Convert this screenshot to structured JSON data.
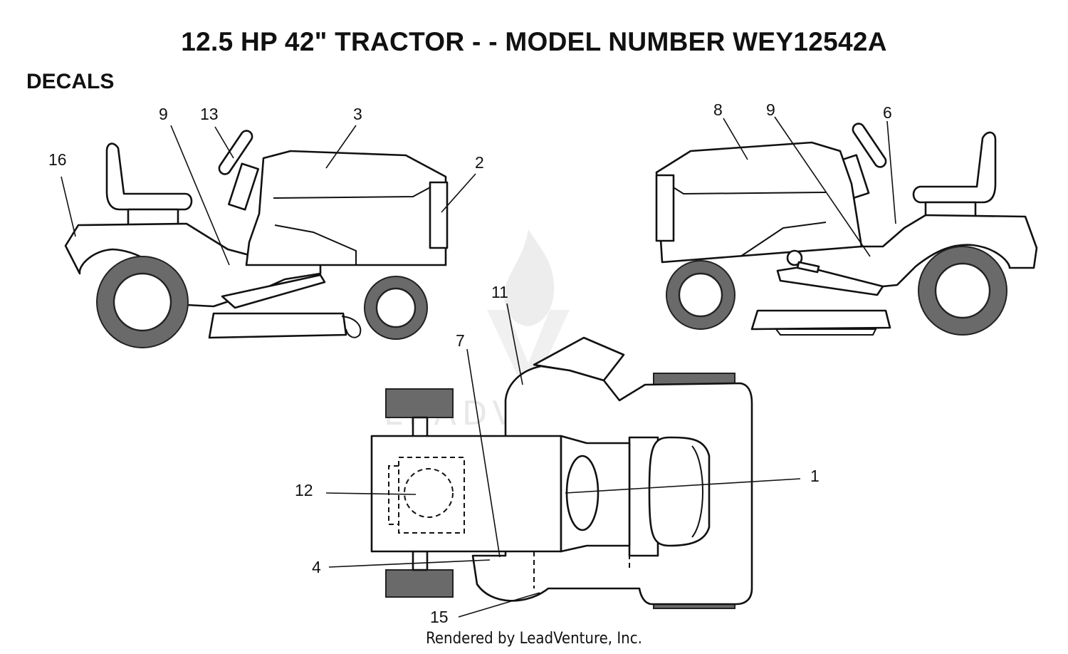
{
  "title": "12.5 HP 42\"  TRACTOR - - MODEL NUMBER WEY12542A",
  "section_title": "DECALS",
  "footer": "Rendered by LeadVenture, Inc.",
  "watermark_text": "LEADVENTURE",
  "callouts": {
    "left": {
      "c16": "16",
      "c9": "9",
      "c13": "13",
      "c3": "3",
      "c2": "2"
    },
    "right": {
      "c8": "8",
      "c9": "9",
      "c6": "6"
    },
    "top": {
      "c11": "11",
      "c7": "7",
      "c1": "1",
      "c12": "12",
      "c4": "4",
      "c15": "15"
    }
  },
  "colors": {
    "line": "#111111",
    "tire": "#6a6a6a",
    "watermark": "#d9d9d9"
  }
}
